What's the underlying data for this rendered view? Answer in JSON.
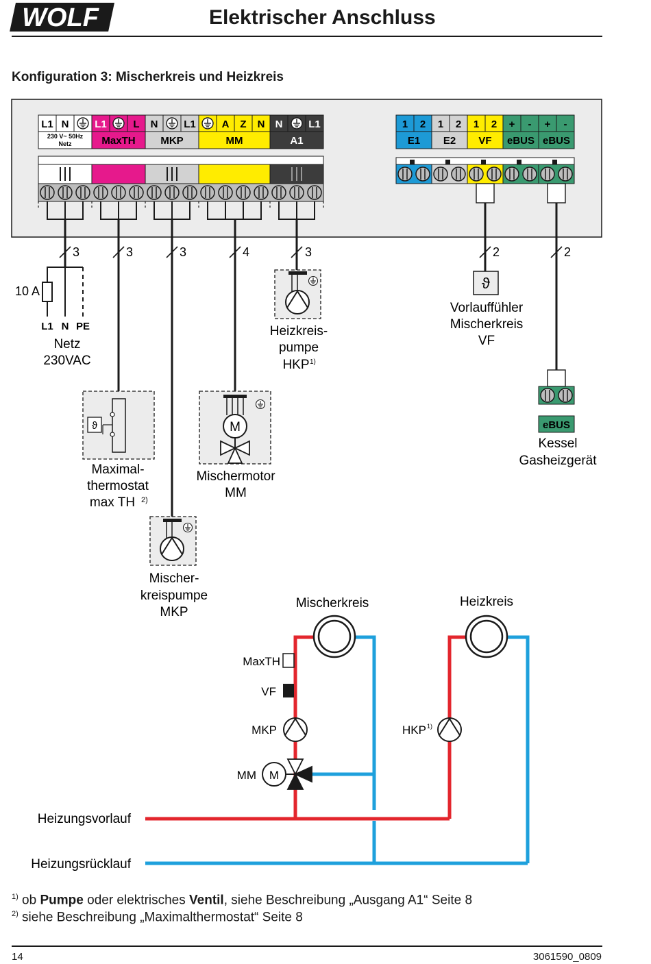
{
  "header": {
    "logo": "WOLF",
    "title": "Elektrischer Anschluss"
  },
  "subtitle": "Konfiguration 3: Mischerkreis und Heizkreis",
  "terminals_left": {
    "netz": {
      "pins": [
        "L1",
        "N",
        "earth-icon"
      ],
      "label": "230 V~ 50Hz",
      "sublabel": "Netz",
      "color": "#ffffff"
    },
    "maxth": {
      "pins": [
        "L1",
        "earth-icon",
        "L"
      ],
      "label": "MaxTH",
      "color": "#e6198c"
    },
    "mkp": {
      "pins": [
        "N",
        "earth-icon",
        "L1"
      ],
      "label": "MKP",
      "color": "#d2d2d2"
    },
    "mm": {
      "pins": [
        "earth-icon",
        "A",
        "Z",
        "N"
      ],
      "label": "MM",
      "color": "#ffec00"
    },
    "a1": {
      "pins": [
        "N",
        "earth-icon",
        "L1"
      ],
      "label": "A1",
      "color": "#3c3c3c"
    }
  },
  "terminals_right": {
    "e1": {
      "pins": [
        "1",
        "2"
      ],
      "label": "E1",
      "color": "#1d9ad6"
    },
    "e2": {
      "pins": [
        "1",
        "2"
      ],
      "label": "E2",
      "color": "#d2d2d2"
    },
    "vf": {
      "pins": [
        "1",
        "2"
      ],
      "label": "VF",
      "color": "#ffec00"
    },
    "ebus1": {
      "pins": [
        "+",
        "-"
      ],
      "label": "eBUS",
      "color": "#3a9a70"
    },
    "ebus2": {
      "pins": [
        "+",
        "-"
      ],
      "label": "eBUS",
      "color": "#3a9a70"
    }
  },
  "wire_counts": [
    "3",
    "3",
    "3",
    "4",
    "3",
    "2",
    "2"
  ],
  "netz": {
    "fuse": "10 A",
    "l1": "L1",
    "n": "N",
    "pe": "PE",
    "line1": "Netz",
    "line2": "230VAC"
  },
  "heizkreispumpe": {
    "line1": "Heizkreis-",
    "line2": "pumpe",
    "line3": "HKP",
    "sup": "1)"
  },
  "vorlauffuehler": {
    "line1": "Vorlauffühler",
    "line2": "Mischerkreis",
    "line3": "VF"
  },
  "kessel": {
    "badge": "eBUS",
    "line1": "Kessel",
    "line2": "Gasheizgerät"
  },
  "maxthermostat": {
    "line1": "Maximal-",
    "line2": "thermostat",
    "line3": "max TH",
    "sup": "2)"
  },
  "mischermotor": {
    "motor": "M",
    "line1": "Mischermotor",
    "line2": "MM"
  },
  "mischerkreispumpe": {
    "line1": "Mischer-",
    "line2": "kreispumpe",
    "line3": "MKP"
  },
  "hydraulic": {
    "mischerkreis": "Mischerkreis",
    "heizkreis": "Heizkreis",
    "maxth": "MaxTH",
    "vf": "VF",
    "mkp": "MKP",
    "hkp": "HKP",
    "hkp_sup": "1)",
    "mm": "MM",
    "motor": "M",
    "vorlauf": "Heizungsvorlauf",
    "ruecklauf": "Heizungsrücklauf",
    "supply_color": "#e3262d",
    "return_color": "#1ea0dc"
  },
  "footnotes": {
    "n1": {
      "mark": "1)",
      "a": " ob ",
      "b": "Pumpe",
      "c": " oder elektrisches ",
      "d": "Ventil",
      "e": ", siehe Beschreibung „Ausgang A1“ Seite 8"
    },
    "n2": {
      "mark": "2)",
      "a": " siehe  Beschreibung „Maximalthermostat“ Seite 8"
    }
  },
  "footer": {
    "page": "14",
    "doc": "3061590_0809"
  }
}
